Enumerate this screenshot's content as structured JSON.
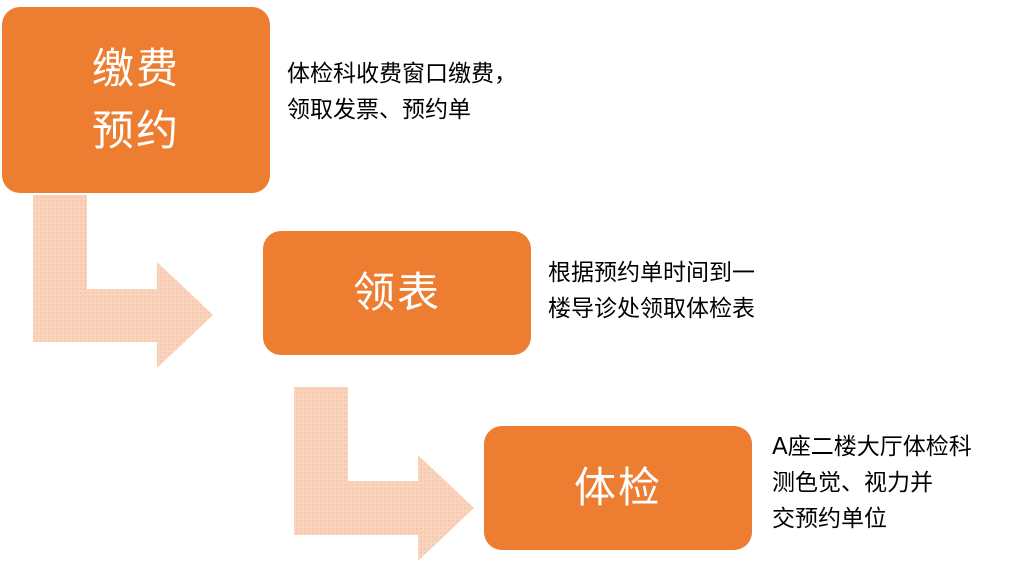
{
  "colors": {
    "box_fill": "#ed7d31",
    "box_text": "#ffffff",
    "arrow_fill": "#f8cbad",
    "desc_text": "#000000"
  },
  "steps": [
    {
      "label": "缴费\n预约",
      "description": "体检科收费窗口缴费，\n领取发票、预约单"
    },
    {
      "label": "领表",
      "description": "根据预约单时间到一\n楼导诊处领取体检表"
    },
    {
      "label": "体检",
      "description": "A座二楼大厅体检科\n测色觉、视力并\n交预约单位"
    }
  ]
}
